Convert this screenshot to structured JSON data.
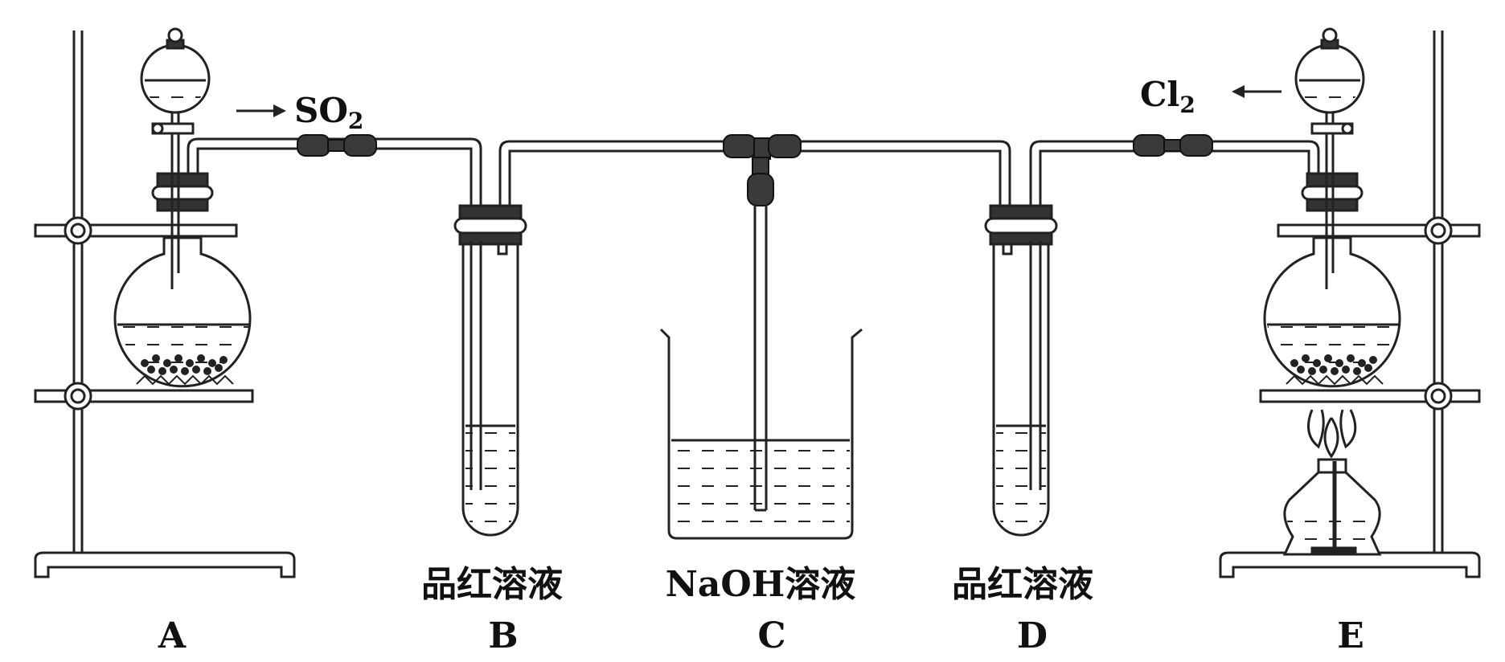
{
  "gas_labels": {
    "left_gas": {
      "main": "SO",
      "sub": "2"
    },
    "right_gas": {
      "main": "Cl",
      "sub": "2"
    }
  },
  "solution_labels": {
    "B": "品红溶液",
    "C": "NaOH溶液",
    "D": "品红溶液"
  },
  "apparatus_letters": {
    "A": "A",
    "B": "B",
    "C": "C",
    "D": "D",
    "E": "E"
  }
}
